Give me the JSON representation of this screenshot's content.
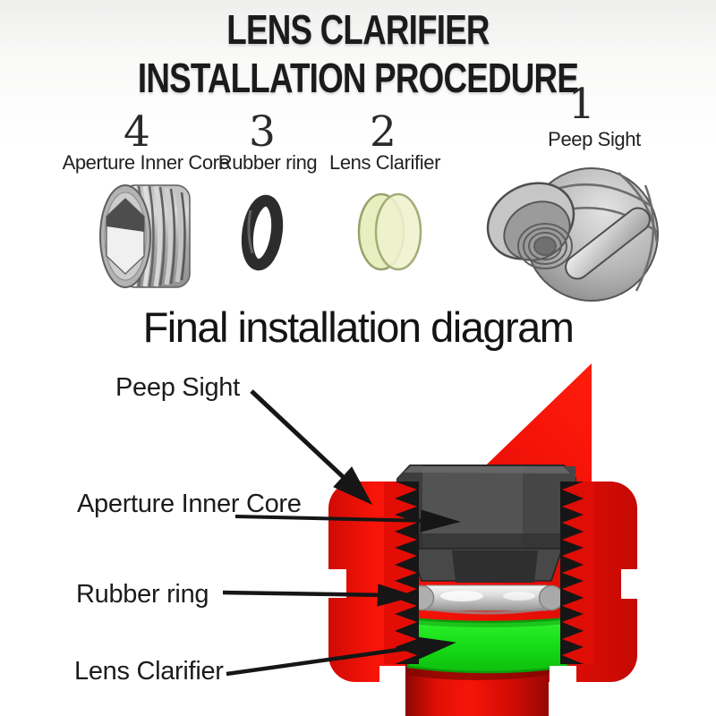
{
  "header": {
    "line1": "LENS CLARIFIER",
    "line2": "INSTALLATION PROCEDURE"
  },
  "parts": [
    {
      "number": "4",
      "label": "Aperture Inner Core",
      "icon": "threaded-plug-icon"
    },
    {
      "number": "3",
      "label": "Rubber ring",
      "icon": "o-ring-icon"
    },
    {
      "number": "2",
      "label": "Lens Clarifier",
      "icon": "lens-icon"
    },
    {
      "number": "1",
      "label": "Peep Sight",
      "icon": "peep-sight-icon"
    }
  ],
  "diagram": {
    "title": "Final installation diagram",
    "callouts": [
      {
        "label": "Peep Sight"
      },
      {
        "label": "Aperture Inner Core"
      },
      {
        "label": "Rubber ring"
      },
      {
        "label": "Lens Clarifier"
      }
    ],
    "colors": {
      "housing_red": "#ea0e06",
      "lens_green": "#17dd17",
      "rubber_ring_gray": "#b9b9b9",
      "inner_core_gray": "#4c4c4c",
      "arrow_black": "#161616"
    }
  }
}
